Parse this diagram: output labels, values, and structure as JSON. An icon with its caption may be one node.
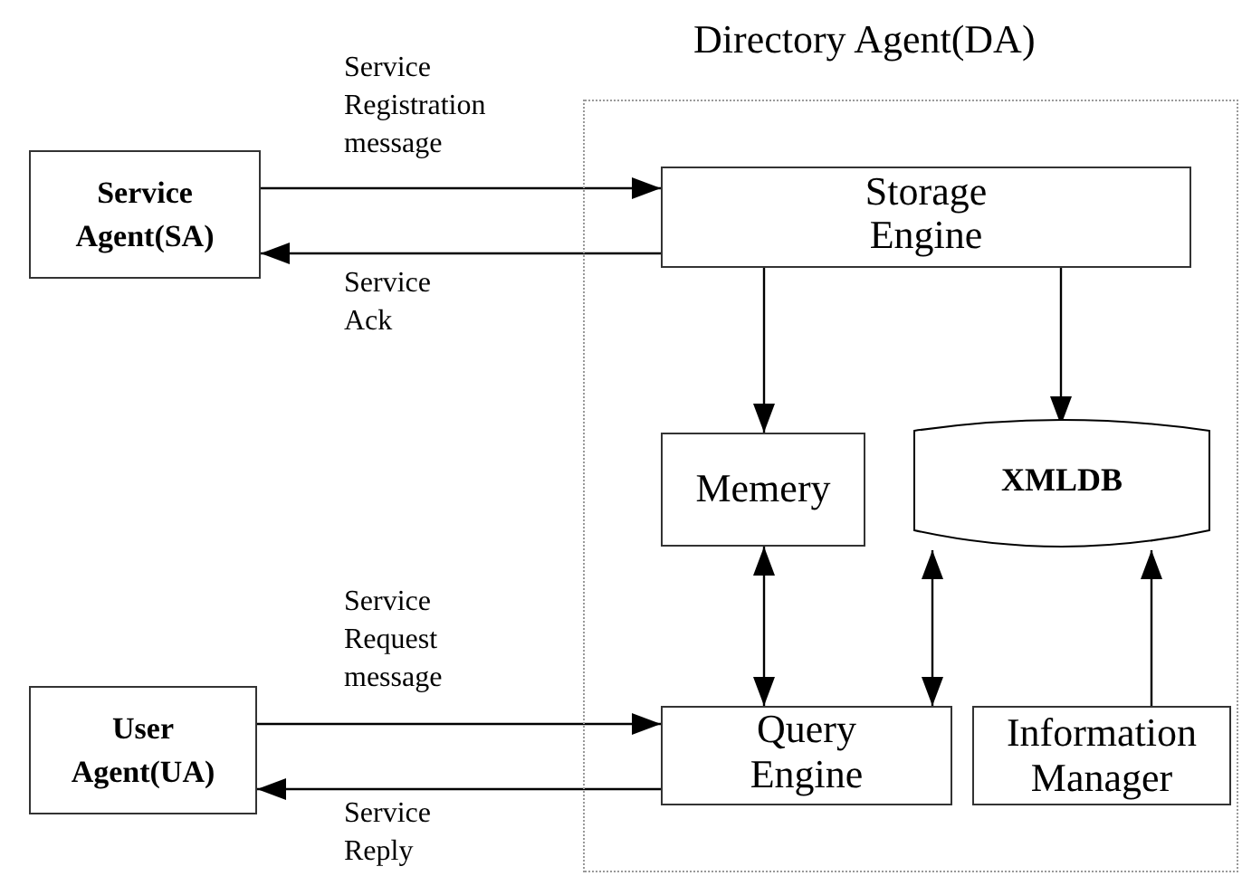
{
  "diagram": {
    "nodes": [
      {
        "text": [
          "Directory Agent(DA)"
        ]
      },
      {
        "text": [
          "Service Agent(SA)"
        ]
      },
      {
        "text": [
          "Storage Engine"
        ],
        "in": 0
      },
      {
        "text": [
          "Memery"
        ],
        "in": 0
      },
      {
        "text": [
          "XMLDB"
        ],
        "in": 0
      },
      {
        "text": [
          "User Agent(UA)"
        ]
      },
      {
        "text": [
          "Query Engine"
        ],
        "in": 0
      },
      {
        "text": [
          "Information Manager"
        ],
        "in": 0
      }
    ],
    "edges": [
      {
        "from": 1,
        "to": 2,
        "arrow": "to",
        "label": "Service Registration message"
      },
      {
        "from": 2,
        "to": 1,
        "arrow": "to",
        "label": "Service Ack"
      },
      {
        "from": 2,
        "to": 3,
        "arrow": "to"
      },
      {
        "from": 2,
        "to": 4,
        "arrow": "to"
      },
      {
        "from": 3,
        "to": 6,
        "arrow": "both"
      },
      {
        "from": 6,
        "to": 4,
        "arrow": "both"
      },
      {
        "from": 7,
        "to": 4,
        "arrow": "to"
      },
      {
        "from": 5,
        "to": 6,
        "arrow": "to",
        "label": "Service Request message"
      },
      {
        "from": 6,
        "to": 5,
        "arrow": "to",
        "label": "Service Reply"
      }
    ]
  }
}
